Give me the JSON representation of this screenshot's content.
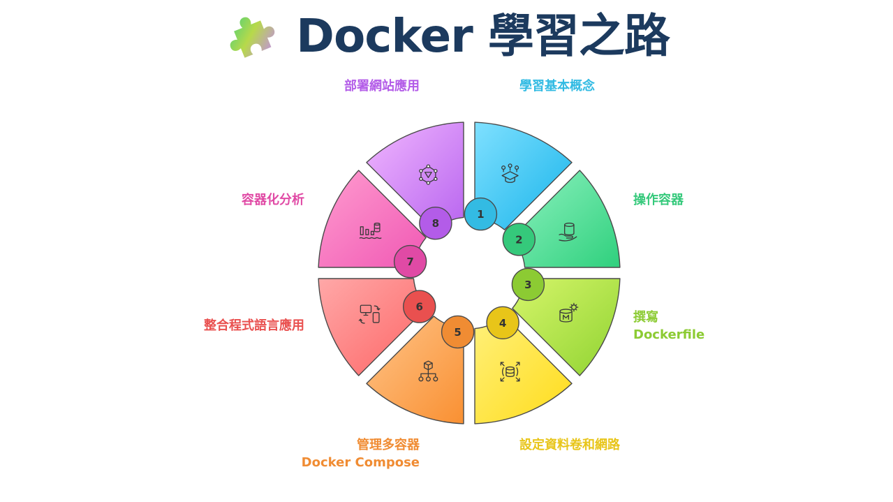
{
  "title": "Docker 學習之路",
  "steps": [
    {
      "num": "1",
      "label": "學習基本概念",
      "label2": "",
      "icon": "learning-graduation-icon",
      "color": "#33bbe3"
    },
    {
      "num": "2",
      "label": "操作容器",
      "label2": "",
      "icon": "hand-container-icon",
      "color": "#35c97b"
    },
    {
      "num": "3",
      "label": "撰寫",
      "label2": "Dockerfile",
      "icon": "dockerfile-database-gear-icon",
      "color": "#8ccb33"
    },
    {
      "num": "4",
      "label": "設定資料卷和網路",
      "label2": "",
      "icon": "data-volume-network-icon",
      "color": "#e8c519"
    },
    {
      "num": "5",
      "label": "管理多容器",
      "label2": "Docker Compose",
      "icon": "compose-hierarchy-icon",
      "color": "#f08c33"
    },
    {
      "num": "6",
      "label": "整合程式語言應用",
      "label2": "",
      "icon": "devices-sync-icon",
      "color": "#e9504f"
    },
    {
      "num": "7",
      "label": "容器化分析",
      "label2": "",
      "icon": "analytics-chart-icon",
      "color": "#e04aa5"
    },
    {
      "num": "8",
      "label": "部署網站應用",
      "label2": "",
      "icon": "network-deploy-icon",
      "color": "#b35ce8"
    }
  ]
}
